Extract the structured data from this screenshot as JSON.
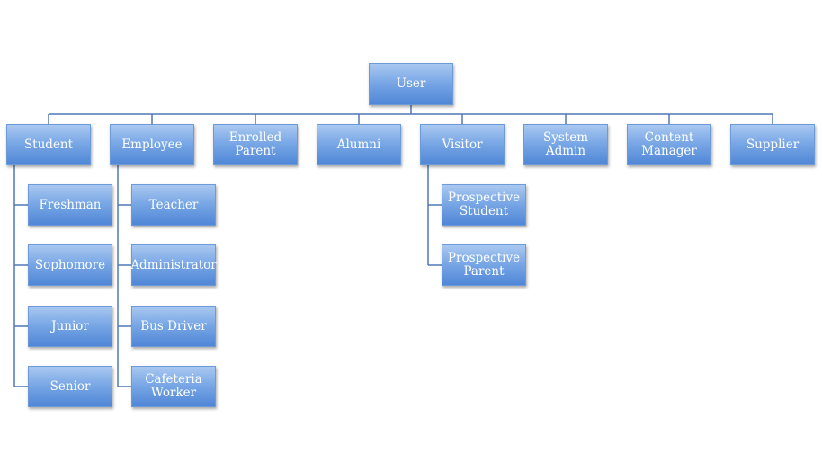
{
  "root": {
    "label": "User"
  },
  "level1": [
    {
      "label": "Student"
    },
    {
      "label": "Employee"
    },
    {
      "label": "Enrolled\nParent"
    },
    {
      "label": "Alumni"
    },
    {
      "label": "Visitor"
    },
    {
      "label": "System  Admin"
    },
    {
      "label": "Content\nManager"
    },
    {
      "label": "Supplier"
    }
  ],
  "student_children": [
    {
      "label": "Freshman"
    },
    {
      "label": "Sophomore"
    },
    {
      "label": "Junior"
    },
    {
      "label": "Senior"
    }
  ],
  "employee_children": [
    {
      "label": "Teacher"
    },
    {
      "label": "Administrator"
    },
    {
      "label": "Bus Driver"
    },
    {
      "label": "Cafeteria\nWorker"
    }
  ],
  "visitor_children": [
    {
      "label": "Prospective\nStudent"
    },
    {
      "label": "Prospective\nParent"
    }
  ],
  "colors": {
    "node_fill": "#7aa8e6",
    "connector": "#4f79b6",
    "text": "#ffffff"
  }
}
